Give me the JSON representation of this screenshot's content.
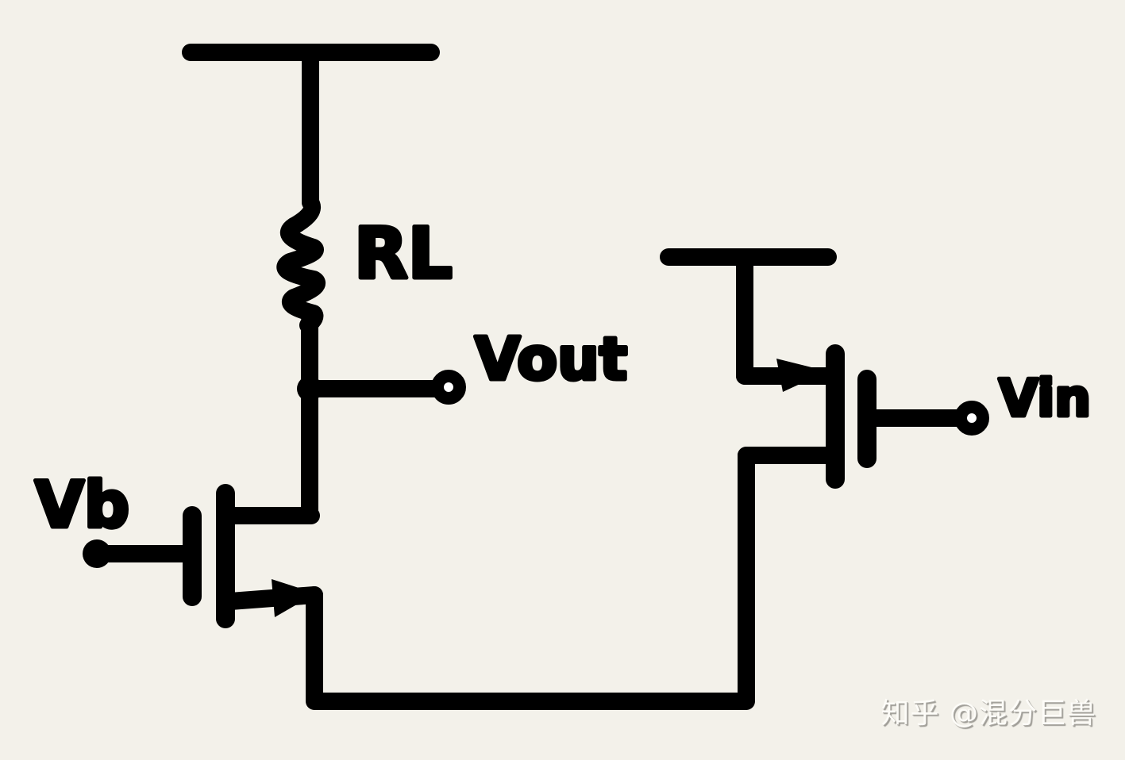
{
  "diagram": {
    "type": "circuit-schematic",
    "labels": {
      "load_resistor": "RL",
      "output": "Vout",
      "bias": "Vb",
      "input": "Vin"
    },
    "components": [
      {
        "id": "vdd-rail-left",
        "kind": "supply-rail"
      },
      {
        "id": "load-resistor",
        "kind": "resistor",
        "label": "RL"
      },
      {
        "id": "m-cascode",
        "kind": "nmos",
        "gate": "Vb"
      },
      {
        "id": "vdd-rail-right",
        "kind": "supply-rail"
      },
      {
        "id": "m-input",
        "kind": "pmos",
        "gate": "Vin"
      }
    ],
    "nodes": [
      "Vout",
      "Vb",
      "Vin"
    ]
  },
  "watermark": "知乎 @混分巨兽",
  "colors": {
    "ink": "#000000",
    "paper": "#f3f1ea"
  }
}
